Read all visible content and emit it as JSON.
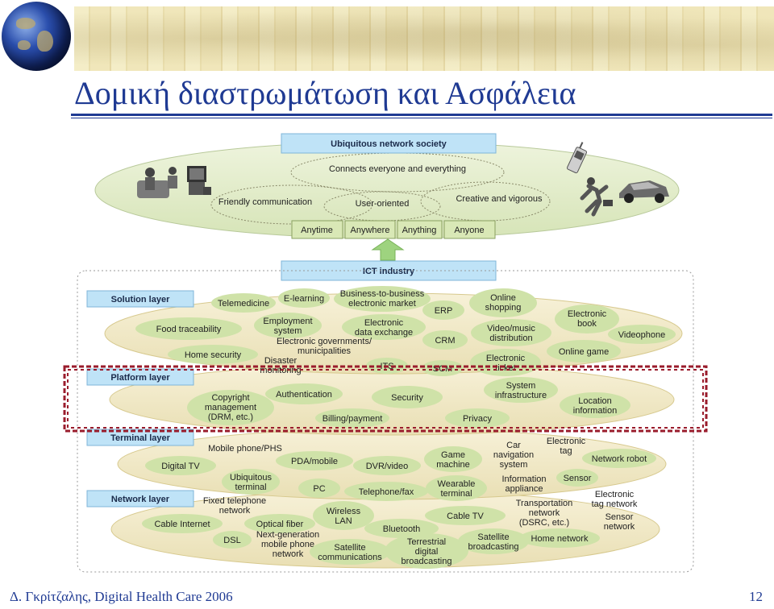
{
  "slide": {
    "title": "Δομική διαστρωμάτωση και Ασφάλεια",
    "footer": "Δ. Γκρίτζαλης, Digital Health Care 2006",
    "page_number": "12"
  },
  "society": {
    "header": "Ubiquitous network society",
    "connects": "Connects everyone and everything",
    "friendly": "Friendly communication",
    "user_oriented": "User-oriented",
    "creative": "Creative and vigorous",
    "tabs": [
      "Anytime",
      "Anywhere",
      "Anything",
      "Anyone"
    ],
    "icons": [
      "family-tv-icon",
      "mobile-phone-icon",
      "running-person-icon",
      "car-icon"
    ]
  },
  "ict": {
    "label": "ICT industry"
  },
  "layers": {
    "solution": {
      "label": "Solution layer",
      "items": {
        "telemedicine": "Telemedicine",
        "elearning": "E-learning",
        "b2b_1": "Business-to-business",
        "b2b_2": "electronic market",
        "online_shopping_1": "Online",
        "online_shopping_2": "shopping",
        "food": "Food traceability",
        "employment_1": "Employment",
        "employment_2": "system",
        "data_exchange_1": "Electronic",
        "data_exchange_2": "data exchange",
        "erp": "ERP",
        "ebook_1": "Electronic",
        "ebook_2": "book",
        "videophone": "Videophone",
        "egov_1": "Electronic governments/",
        "egov_2": "municipalities",
        "crm": "CRM",
        "video_music_1": "Video/music",
        "video_music_2": "distribution",
        "home_security": "Home security",
        "disaster_1": "Disaster",
        "disaster_2": "monitoring",
        "its": "ITS",
        "scm": "SCM",
        "eticket_1": "Electronic",
        "eticket_2": "ticket",
        "online_game": "Online game"
      }
    },
    "platform": {
      "label": "Platform layer",
      "items": {
        "copyright_1": "Copyright",
        "copyright_2": "management",
        "copyright_3": "(DRM, etc.)",
        "authentication": "Authentication",
        "security": "Security",
        "sysinfra_1": "System",
        "sysinfra_2": "infrastructure",
        "location_1": "Location",
        "location_2": "information",
        "billing": "Billing/payment",
        "privacy": "Privacy"
      }
    },
    "terminal": {
      "label": "Terminal layer",
      "items": {
        "mobile_phs": "Mobile phone/PHS",
        "digital_tv": "Digital TV",
        "pda": "PDA/mobile",
        "dvr": "DVR/video",
        "game_1": "Game",
        "game_2": "machine",
        "carnav_1": "Car",
        "carnav_2": "navigation",
        "carnav_3": "system",
        "etag_1": "Electronic",
        "etag_2": "tag",
        "robot": "Network robot",
        "ubiq_1": "Ubiquitous",
        "ubiq_2": "terminal",
        "pc": "PC",
        "telfax": "Telephone/fax",
        "wearable_1": "Wearable",
        "wearable_2": "terminal",
        "infoapp_1": "Information",
        "infoapp_2": "appliance",
        "sensor": "Sensor"
      }
    },
    "network": {
      "label": "Network layer",
      "items": {
        "fixed_1": "Fixed telephone",
        "fixed_2": "network",
        "cable_internet": "Cable Internet",
        "optical": "Optical fiber",
        "wlan_1": "Wireless",
        "wlan_2": "LAN",
        "cable_tv": "Cable TV",
        "transport_1": "Transportation",
        "transport_2": "network",
        "transport_3": "(DSRC, etc.)",
        "etagnet_1": "Electronic",
        "etagnet_2": "tag network",
        "sensornet_1": "Sensor",
        "sensornet_2": "network",
        "dsl": "DSL",
        "nextgen_1": "Next-generation",
        "nextgen_2": "mobile phone",
        "nextgen_3": "network",
        "bluetooth": "Bluetooth",
        "satcom_1": "Satellite",
        "satcom_2": "communications",
        "terrestrial_1": "Terrestrial",
        "terrestrial_2": "digital",
        "terrestrial_3": "broadcasting",
        "satbc_1": "Satellite",
        "satbc_2": "broadcasting",
        "home_network": "Home network"
      }
    }
  },
  "colors": {
    "title_blue": "#1f3a93",
    "header_box": "#bfe3f7",
    "header_border": "#7fb6d9",
    "ellipse_green": "#dfe9c6",
    "layer_tan": "#f3eccd",
    "pill_green": "#cfe2a8",
    "tab_green": "#d9e8b6",
    "arrow_green": "#9ed37f",
    "highlight_red": "#9a1c2c"
  }
}
